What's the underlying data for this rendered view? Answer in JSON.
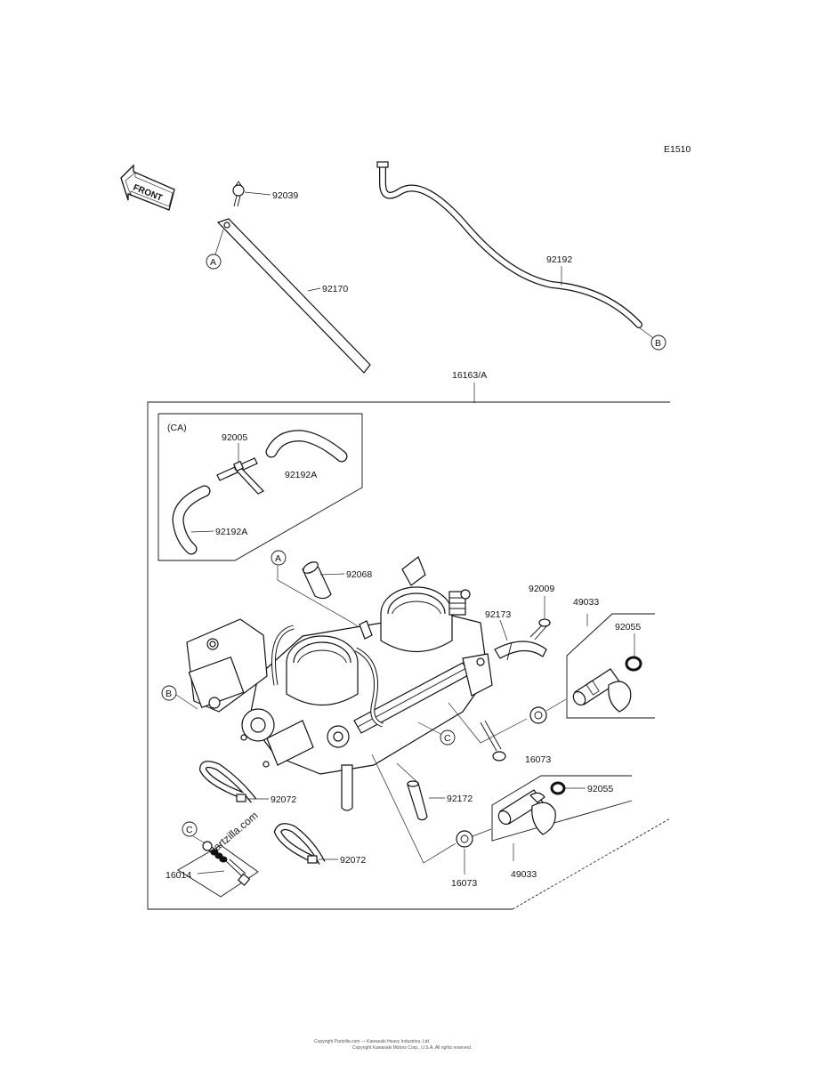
{
  "diagram": {
    "code": "E1510",
    "front_label": "FRONT",
    "group_label": "16163/A",
    "variant_label": "(CA)",
    "watermark": "Partzilla.com",
    "footer": [
      "Copyright Partzilla.com — Kawasaki Heavy Industries, Ltd.",
      "Copyright Kawasaki Motors Corp., U.S.A. All rights reserved."
    ],
    "callouts": {
      "a_top": "A",
      "a_mid": "A",
      "b_top": "B",
      "b_left": "B",
      "c_right": "C",
      "c_left": "C"
    },
    "parts": {
      "p92039": "92039",
      "p92170": "92170",
      "p92192": "92192",
      "p92005": "92005",
      "p92192a_1": "92192A",
      "p92192a_2": "92192A",
      "p92068": "92068",
      "p92009": "92009",
      "p92173": "92173",
      "p49033_1": "49033",
      "p92055_1": "92055",
      "p16073_1": "16073",
      "p92072_1": "92072",
      "p92172": "92172",
      "p92055_2": "92055",
      "p16014": "16014",
      "p92072_2": "92072",
      "p16073_2": "16073",
      "p49033_2": "49033"
    }
  }
}
